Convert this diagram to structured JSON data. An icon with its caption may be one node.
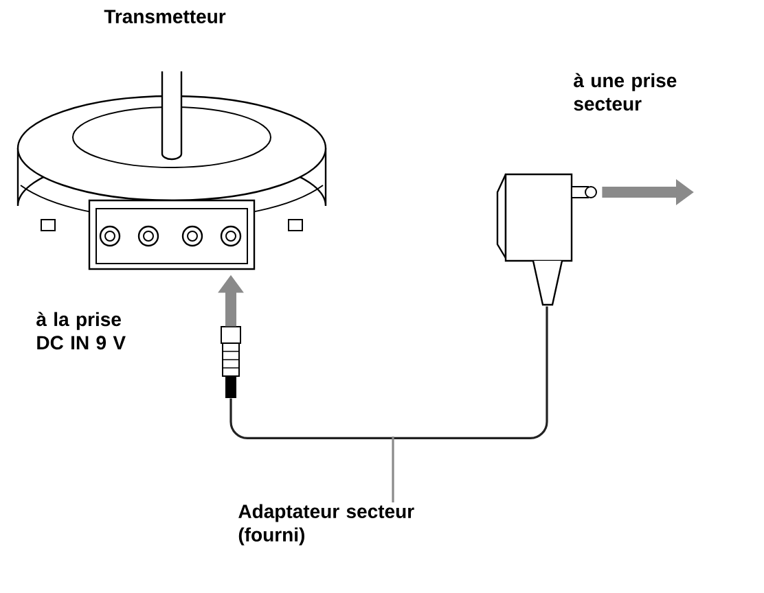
{
  "diagram": {
    "nodes": [
      {
        "text": [],
        "shape": "picture"
      },
      {
        "text": [],
        "shape": "picture"
      },
      {
        "text": [],
        "shape": "picture"
      },
      {
        "text": [
          "Adaptateur secteur (fourni)"
        ]
      }
    ],
    "edges": [
      {
        "from": 1,
        "to": 0,
        "arrow": "to",
        "style": "thick"
      },
      {
        "from": 1,
        "to": 2,
        "arrow": "none",
        "color": "#222222"
      },
      {
        "from": 2,
        "to": null,
        "arrow": "to",
        "style": "thick"
      },
      {
        "from": 3,
        "to": null,
        "arrow": "none"
      }
    ],
    "labels": [
      "Transmetteur",
      "à une prise secteur",
      "à la prise DC IN 9 V"
    ]
  }
}
